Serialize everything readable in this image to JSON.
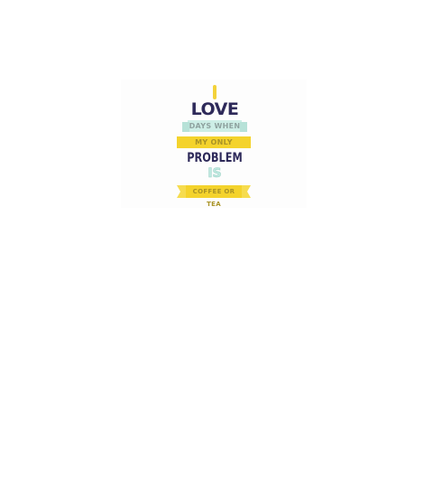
{
  "poster": {
    "line1": "I",
    "line2": "LOVE",
    "line3": "DAYS WHEN",
    "line4": "MY ONLY",
    "line5": "PROBLEM",
    "line6": "IS",
    "line7": "COFFEE OR TEA"
  },
  "colors": {
    "navy": "#2e2a5a",
    "yellow": "#f4d32c",
    "mint": "#cdeee6"
  }
}
